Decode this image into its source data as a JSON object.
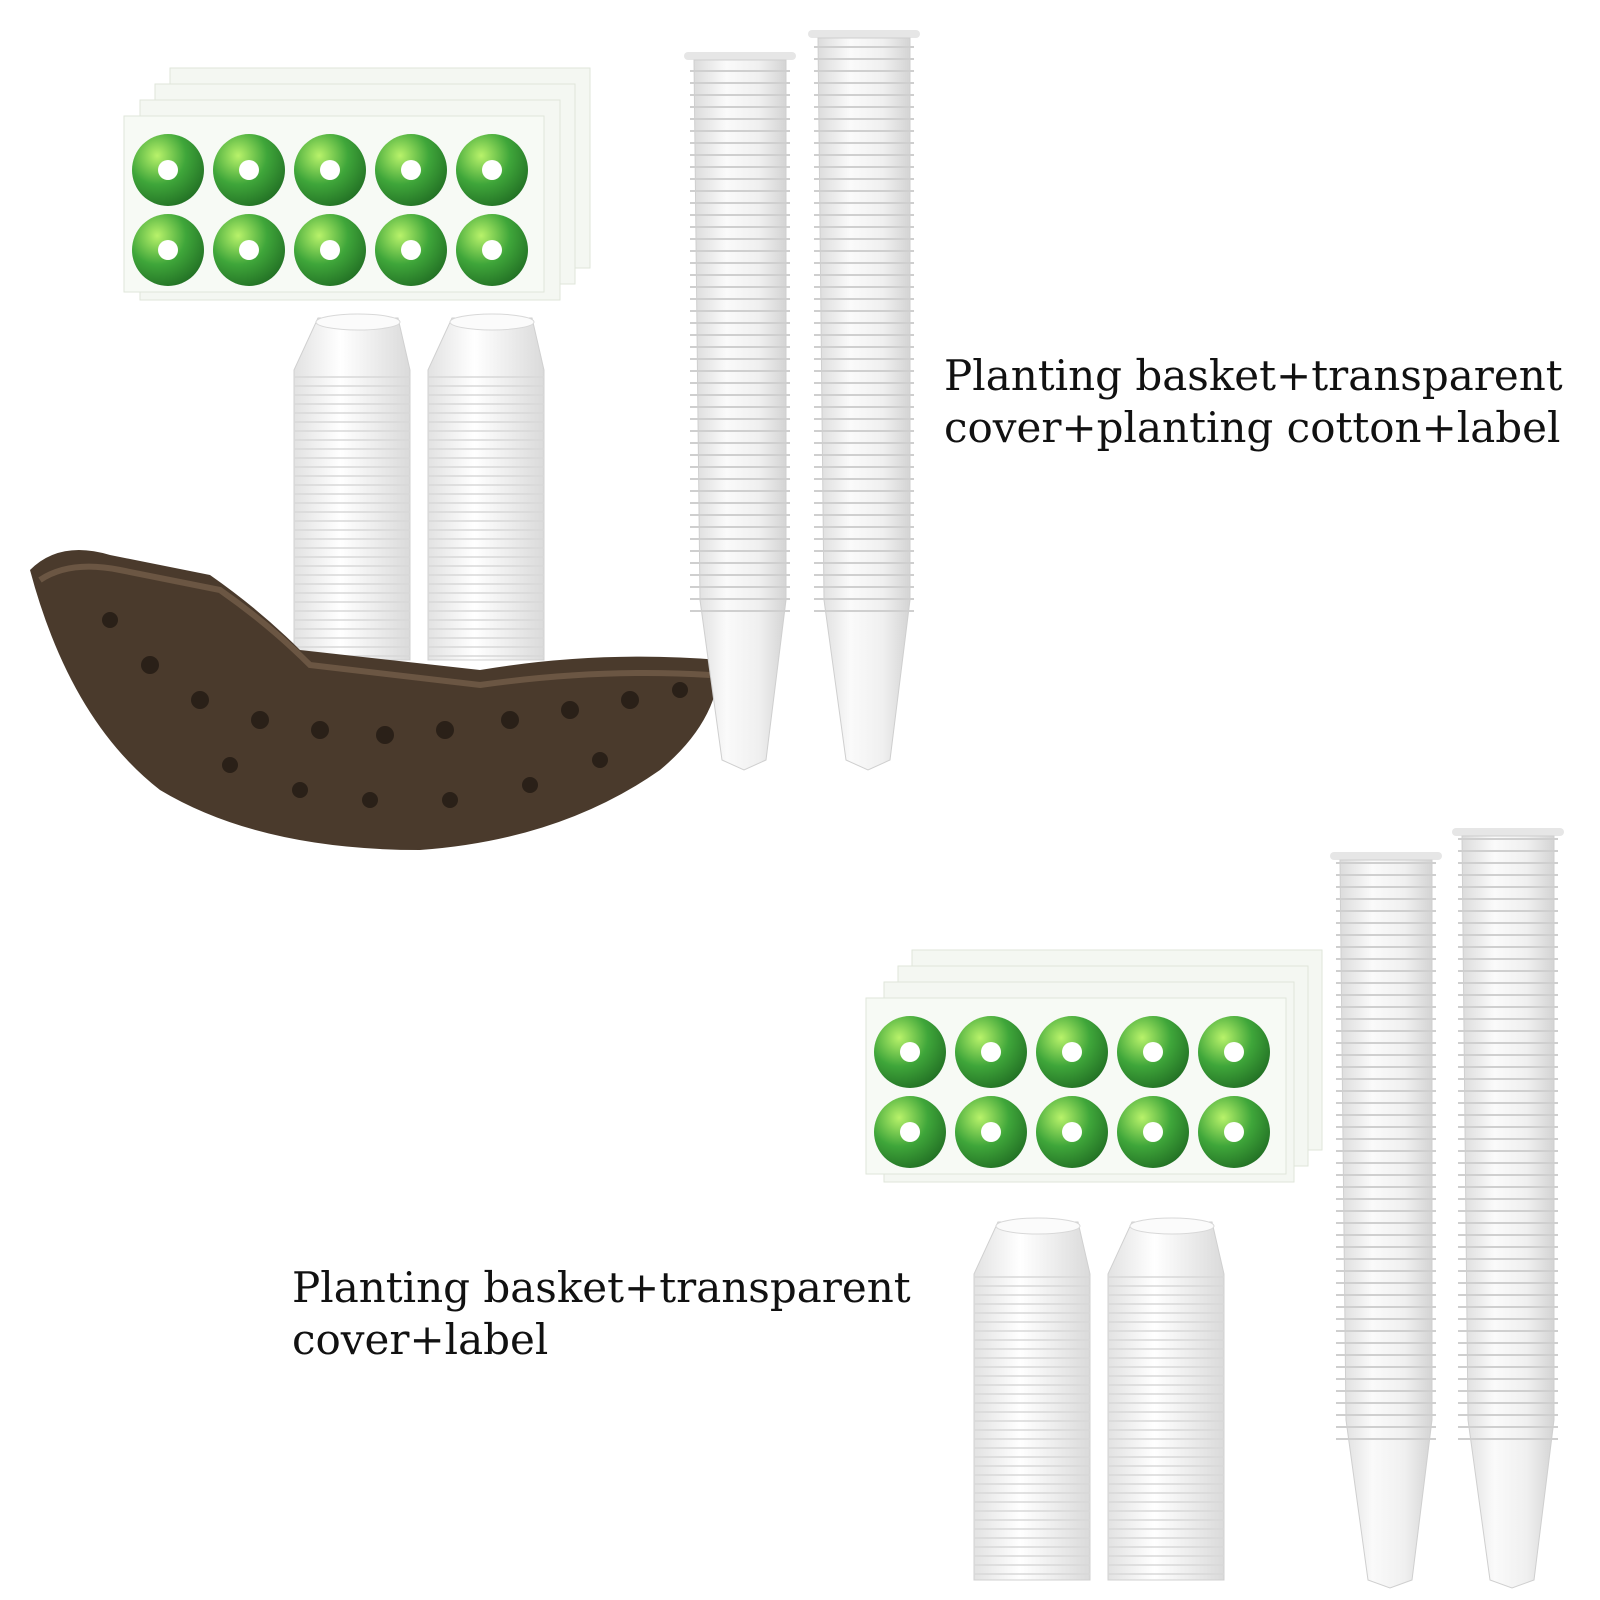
{
  "captions": {
    "top": {
      "line1": "Planting basket+transparent",
      "line2": "cover+planting cotton+label"
    },
    "bottom": {
      "line1": "Planting basket+transparent",
      "line2": "cover+label"
    }
  },
  "colors": {
    "label_green": "#3fa63a",
    "sponge_brown": "#4a3a2c",
    "basket_white": "#f2f2f2"
  }
}
